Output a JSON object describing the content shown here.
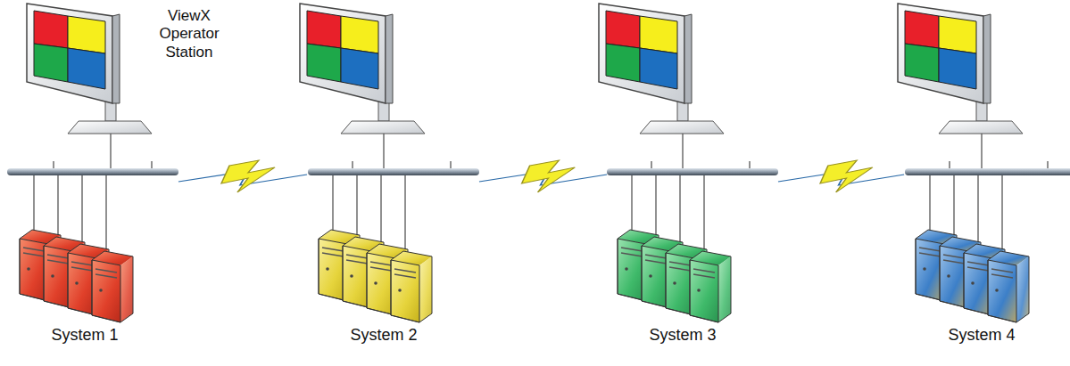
{
  "diagram": {
    "labels": [
      "ViewX Operator Station",
      "System 1",
      "System 2",
      "System 3",
      "System 4"
    ]
  }
}
